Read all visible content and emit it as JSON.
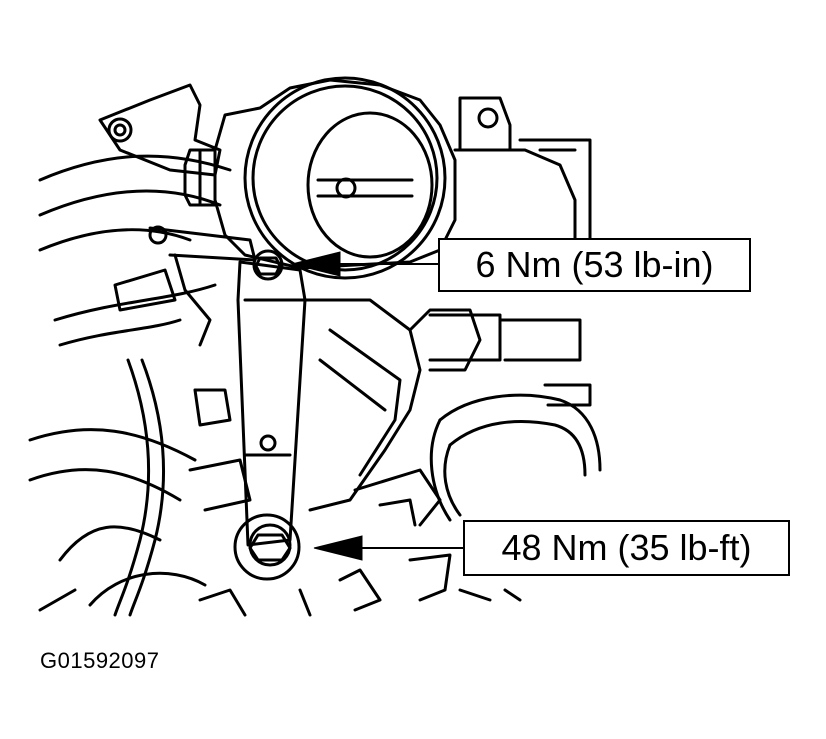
{
  "callouts": {
    "upper": {
      "label": "6 Nm (53 lb-in)"
    },
    "lower": {
      "label": "48 Nm (35 lb-ft)"
    }
  },
  "figure_id": "G01592097",
  "colors": {
    "ink": "#000000",
    "paper": "#ffffff"
  }
}
